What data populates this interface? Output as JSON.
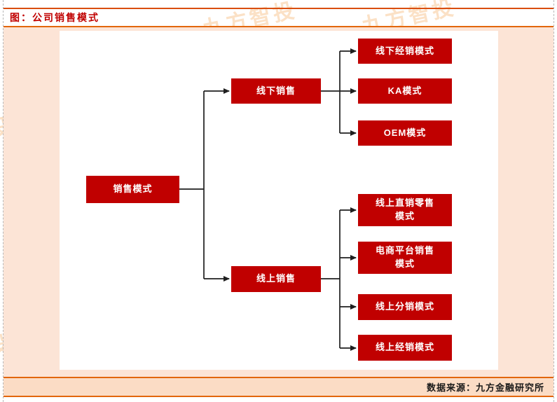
{
  "page": {
    "title": "图：公司销售模式",
    "source_note": "数据来源：九方金融研究所",
    "watermark": "九方智投"
  },
  "colors": {
    "node_red": "#c00000",
    "title_red": "#c00000",
    "rule_orange": "#e2660c",
    "peach_background": "#fce4d6",
    "strip_background": "#fbdcc5",
    "connector_black": "#1f1f1f"
  },
  "diagram": {
    "root": {
      "label": "销售模式"
    },
    "branches": [
      {
        "label": "线下销售",
        "children": [
          {
            "label": "线下经销模式"
          },
          {
            "label": "KA模式"
          },
          {
            "label": "OEM模式"
          }
        ]
      },
      {
        "label": "线上销售",
        "children": [
          {
            "label": "线上直销零售\n模式"
          },
          {
            "label": "电商平台销售\n模式"
          },
          {
            "label": "线上分销模式"
          },
          {
            "label": "线上经销模式"
          }
        ]
      }
    ]
  }
}
